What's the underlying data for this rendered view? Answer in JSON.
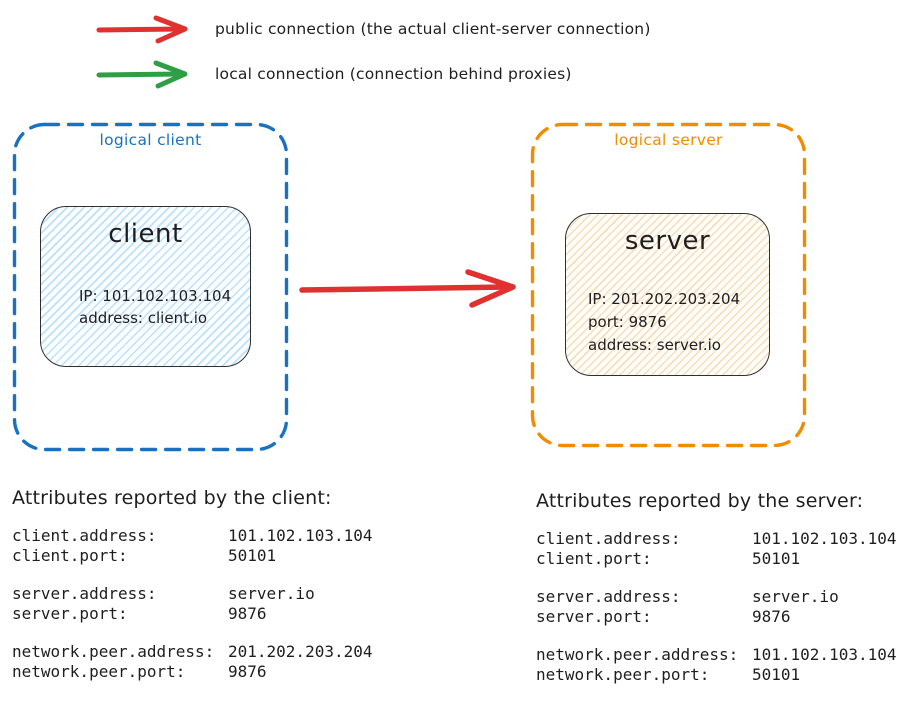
{
  "colors": {
    "blue": "#1971c2",
    "orange": "#f08c00",
    "red": "#e03131",
    "green": "#2f9e44",
    "ink": "#1e1e1e"
  },
  "legend": {
    "items": [
      {
        "name": "public-connection",
        "color": "#e03131",
        "label": "public connection (the actual client-server connection)"
      },
      {
        "name": "local-connection",
        "color": "#2f9e44",
        "label": "local connection (connection behind proxies)"
      }
    ]
  },
  "diagram": {
    "logical_client": {
      "label": "logical client",
      "accent": "#1971c2",
      "node": {
        "title": "client",
        "lines": [
          "IP: 101.102.103.104",
          "address: client.io"
        ]
      }
    },
    "logical_server": {
      "label": "logical server",
      "accent": "#f08c00",
      "node": {
        "title": "server",
        "lines": [
          "IP: 201.202.203.204",
          "port: 9876",
          "address: server.io"
        ]
      }
    },
    "connection": {
      "type": "public",
      "color": "#e03131"
    }
  },
  "attributes_client": {
    "title": "Attributes reported by the client:",
    "rows": [
      {
        "key": "client.address:",
        "value": "101.102.103.104"
      },
      {
        "key": "client.port:",
        "value": "50101"
      },
      {
        "key": "server.address:",
        "value": "server.io"
      },
      {
        "key": "server.port:",
        "value": "9876"
      },
      {
        "key": "network.peer.address:",
        "value": "201.202.203.204"
      },
      {
        "key": "network.peer.port:",
        "value": "9876"
      }
    ]
  },
  "attributes_server": {
    "title": "Attributes reported by the server:",
    "rows": [
      {
        "key": "client.address:",
        "value": "101.102.103.104"
      },
      {
        "key": "client.port:",
        "value": "50101"
      },
      {
        "key": "server.address:",
        "value": "server.io"
      },
      {
        "key": "server.port:",
        "value": "9876"
      },
      {
        "key": "network.peer.address:",
        "value": "101.102.103.104"
      },
      {
        "key": "network.peer.port:",
        "value": "50101"
      }
    ]
  }
}
